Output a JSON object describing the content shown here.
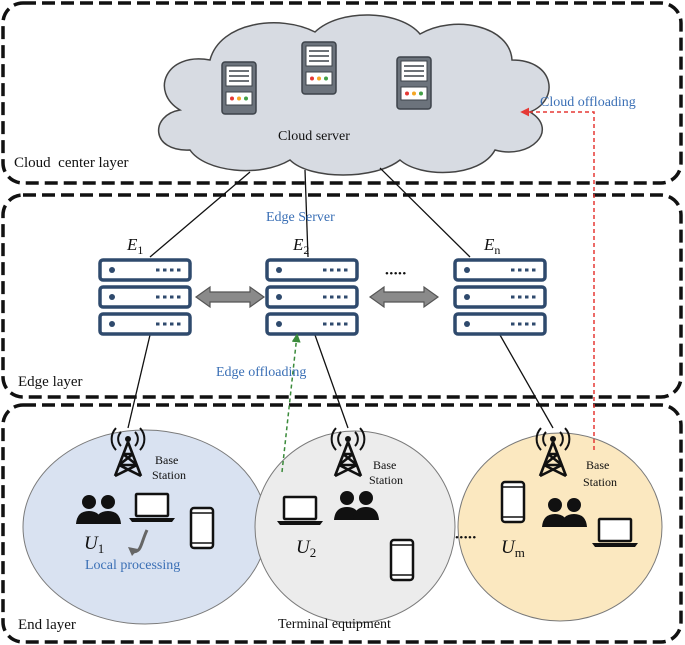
{
  "layers": {
    "cloud": "Cloud  center layer",
    "edge": "Edge layer",
    "end": "End layer"
  },
  "cloud_server_label": "Cloud server",
  "edge_server_label": "Edge Server",
  "edge_servers": [
    "E1",
    "E2",
    "En"
  ],
  "edge_ellipsis": "•••••",
  "offloading": {
    "cloud": "Cloud offloading",
    "edge": "Edge offloading",
    "local": "Local processing"
  },
  "base_station_label": [
    "Base",
    "Station"
  ],
  "user_groups": [
    "U1",
    "U2",
    "Um"
  ],
  "end_ellipsis": "•••••",
  "terminal_equipment_label": "Terminal equipment",
  "colors": {
    "user_group_1_fill": "#d9e2f1",
    "user_group_2_fill": "#ececec",
    "user_group_m_fill": "#fbe8c0",
    "cloud_fill": "#d7dbe2",
    "server_frame": "#2f4a6d",
    "label_blue": "#3a6fb5",
    "cloud_offloading_line": "#e53935",
    "edge_offloading_line": "#3a8a3a"
  }
}
